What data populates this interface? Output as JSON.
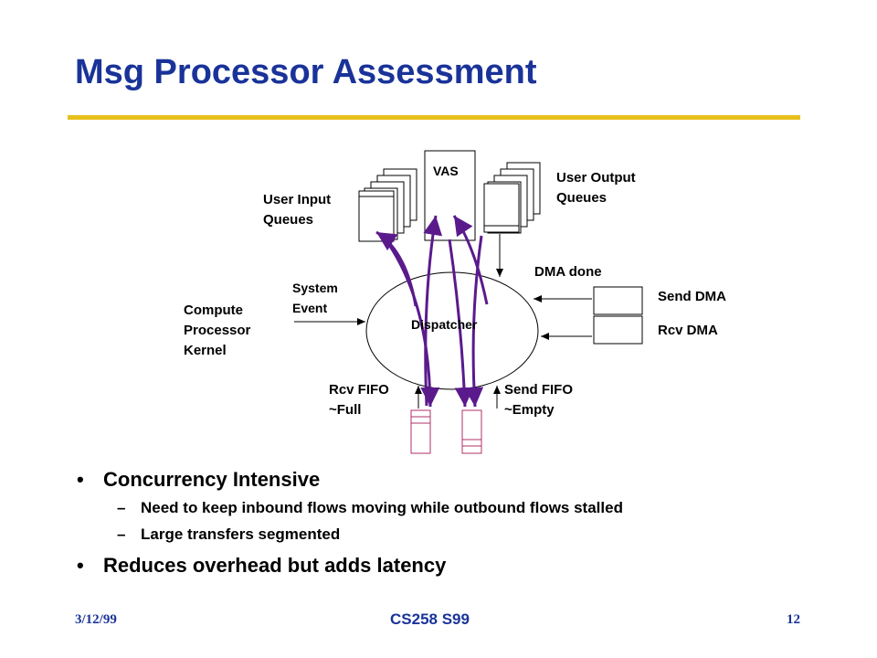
{
  "slide": {
    "title": "Msg Processor Assessment",
    "accent_color": "#1a3399",
    "rule_color": "#e8c01c",
    "arrow_color": "#5a1a8c"
  },
  "diagram": {
    "vas": "VAS",
    "user_input_queues": [
      "User Input",
      "Queues"
    ],
    "user_output_queues": [
      "User Output",
      "Queues"
    ],
    "dispatcher": "Dispatcher",
    "system_event": [
      "System",
      "Event"
    ],
    "compute_processor_kernel": [
      "Compute",
      "Processor",
      "Kernel"
    ],
    "dma_done": "DMA done",
    "send_dma": "Send DMA",
    "rcv_dma": "Rcv DMA",
    "rcv_fifo": [
      "Rcv FIFO",
      "~Full"
    ],
    "send_fifo": [
      "Send FIFO",
      "~Empty"
    ]
  },
  "bullets": [
    {
      "text": "Concurrency Intensive",
      "sub": [
        "Need to keep inbound flows moving while outbound flows stalled",
        "Large transfers segmented"
      ]
    },
    {
      "text": "Reduces overhead but adds latency",
      "sub": []
    }
  ],
  "footer": {
    "date": "3/12/99",
    "course": "CS258 S99",
    "page": "12"
  }
}
